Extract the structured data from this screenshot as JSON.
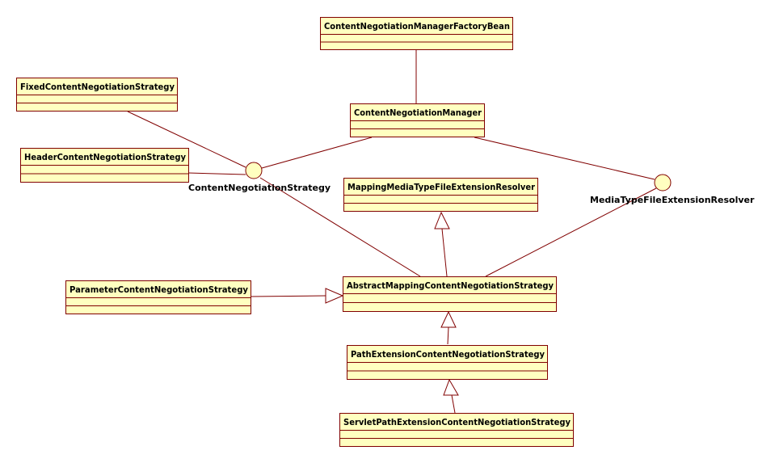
{
  "diagram": {
    "classes": [
      {
        "id": "factory",
        "name": "ContentNegotiationManagerFactoryBean"
      },
      {
        "id": "manager",
        "name": "ContentNegotiationManager"
      },
      {
        "id": "fixed",
        "name": "FixedContentNegotiationStrategy"
      },
      {
        "id": "header",
        "name": "HeaderContentNegotiationStrategy"
      },
      {
        "id": "mappingResolver",
        "name": "MappingMediaTypeFileExtensionResolver"
      },
      {
        "id": "parameter",
        "name": "ParameterContentNegotiationStrategy"
      },
      {
        "id": "abstractMapping",
        "name": "AbstractMappingContentNegotiationStrategy"
      },
      {
        "id": "pathExt",
        "name": "PathExtensionContentNegotiationStrategy"
      },
      {
        "id": "servletPathExt",
        "name": "ServletPathExtensionContentNegotiationStrategy"
      }
    ],
    "interfaces": [
      {
        "id": "strategyIface",
        "name": "ContentNegotiationStrategy"
      },
      {
        "id": "resolverIface",
        "name": "MediaTypeFileExtensionResolver"
      }
    ],
    "associations": [
      {
        "from": "factory",
        "to": "manager"
      },
      {
        "from": "manager",
        "to": "strategyIface"
      },
      {
        "from": "manager",
        "to": "resolverIface"
      },
      {
        "from": "fixed",
        "to": "strategyIface"
      },
      {
        "from": "header",
        "to": "strategyIface"
      },
      {
        "from": "abstractMapping",
        "to": "strategyIface"
      },
      {
        "from": "abstractMapping",
        "to": "resolverIface"
      }
    ],
    "generalizations": [
      {
        "child": "abstractMapping",
        "parent": "mappingResolver"
      },
      {
        "child": "parameter",
        "parent": "abstractMapping"
      },
      {
        "child": "pathExt",
        "parent": "abstractMapping"
      },
      {
        "child": "servletPathExt",
        "parent": "pathExt"
      }
    ]
  }
}
